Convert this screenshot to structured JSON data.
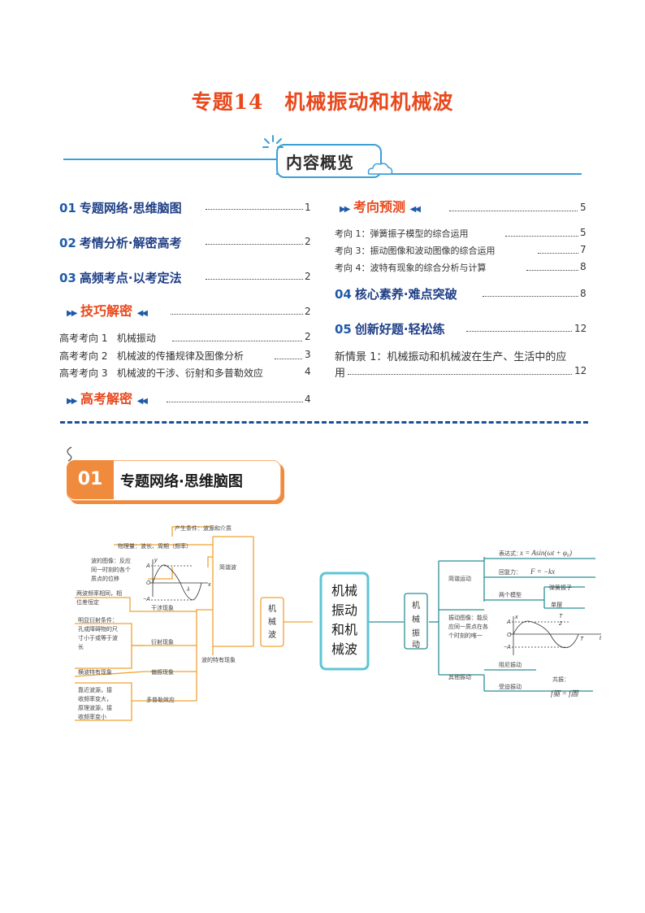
{
  "title": "专题14　机械振动和机械波",
  "overview_label": "内容概览",
  "toc_left": [
    {
      "num": "01",
      "text": "专题网络·思维脑图",
      "page": "1"
    },
    {
      "num": "02",
      "text": "考情分析·解密高考",
      "page": "2"
    },
    {
      "num": "03",
      "text": "高频考点·以考定法",
      "page": "2"
    }
  ],
  "badge_skill": {
    "text": "技巧解密",
    "page": "2"
  },
  "skill_items": [
    {
      "label": "高考考向 1",
      "text": "机械振动",
      "page": "2"
    },
    {
      "label": "高考考向 2",
      "text": "机械波的传播规律及图像分析",
      "page": "3"
    },
    {
      "label": "高考考向 3",
      "text": "机械波的干涉、衍射和多普勒效应",
      "page": "4"
    }
  ],
  "badge_exam": {
    "text": "高考解密",
    "page": "4"
  },
  "badge_predict": {
    "text": "考向预测",
    "page": "5"
  },
  "predict_items": [
    {
      "text": "考向 1：弹簧振子模型的综合运用",
      "page": "5"
    },
    {
      "text": "考向 3：振动图像和波动图像的综合运用",
      "page": "7"
    },
    {
      "text": "考向 4：波特有现象的综合分析与计算",
      "page": "8"
    }
  ],
  "toc_right": [
    {
      "num": "04",
      "text": "核心素养·难点突破",
      "page": "8"
    },
    {
      "num": "05",
      "text": "创新好题·轻松练",
      "page": "12"
    }
  ],
  "new_scene": {
    "line1": "新情景 1：机械振动和机械波在生产、生活中的应",
    "line2": "用",
    "page": "12"
  },
  "section": {
    "num": "01",
    "title": "专题网络·思维脑图"
  },
  "mindmap": {
    "center": "机械振动和机械波",
    "left_hub": "机械波",
    "right_hub": "机械振动",
    "left": {
      "simple_wave": "简谐波",
      "produce": "产生条件：波源和介质",
      "physics": "物理量：波长、周期（频率）",
      "wave_graph": "波的图像：反应同一时刻的各个质点的位移",
      "special": "波的特有现象",
      "interference": "干涉现象",
      "interference_note": "两波频率相同，相位差恒定",
      "diffraction": "衍射现象",
      "diffraction_note": "明显衍射条件：孔或障碍物的尺寸小于或等于波长",
      "polarization": "偏振现象",
      "polarization_note": "横波特有现象",
      "doppler": "多普勒效应",
      "doppler_note": "靠近波源，接收频率变大，原理波源，接收频率变小"
    },
    "right": {
      "simple_motion": "简谐运动",
      "expression": "表达式：",
      "restoring": "回复力：",
      "models": "两个模型",
      "spring": "弹簧振子",
      "pendulum": "单摆",
      "vib_graph": "振动图像：能反应同一质点在各个时刻的唯一",
      "other": "其他振动",
      "damped": "阻尼振动",
      "forced": "受迫振动",
      "resonance": "共振："
    }
  },
  "colors": {
    "accent": "#e8491d",
    "blue": "#1f5aa8",
    "orange": "#f0a234",
    "teal": "#2a8f95"
  }
}
